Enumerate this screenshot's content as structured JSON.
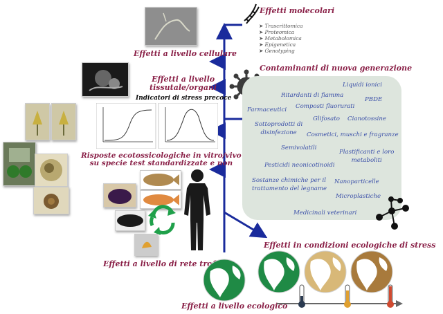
{
  "titles": {
    "molecular": "Effetti molecolari",
    "cellular": "Effetti a livello cellulare",
    "tissue_line1": "Effetti a livello",
    "tissue_line2": "tissutale/organi",
    "early": "Indicatori di stress precoce",
    "eco_line1": "Risposte ecotossicologiche in vitro/vivo",
    "eco_line2": "su specie test standardizzate e non",
    "trophic": "Effetti a livello di rete trofica",
    "ecological": "Effetti a livello ecologico",
    "stress": "Effetti in condizioni ecologiche di stress",
    "contaminants": "Contaminanti di nuova generazione"
  },
  "omics": [
    "Trascrittomica",
    "Proteomica",
    "Metabolomica",
    "Epigenetica",
    "Genotyping"
  ],
  "contaminants": {
    "liquidi": "Liquidi ionici",
    "ritardanti": "Ritardanti di fiamma",
    "pbde": "PBDE",
    "farmaceutici": "Farmaceutici",
    "composti": "Composti fluorurati",
    "glifosato": "Glifosato",
    "cianotossine": "Cianotossine",
    "sottoprodotti_1": "Sottoprodotti di",
    "sottoprodotti_2": "disinfezione",
    "cosmetici": "Cosmetici, muschi e fragranze",
    "semivolatili": "Semivolatili",
    "plastificanti_1": "Plastificanti e loro",
    "plastificanti_2": "metaboliti",
    "pesticidi": "Pesticidi neonicotinoidi",
    "sostanze_1": "Sostanze chimiche per il",
    "sostanze_2": "trattamento del legname",
    "nanoparticelle": "Nanoparticelle",
    "microplastiche": "Microplastiche",
    "medicinali": "Medicinali veterinari"
  },
  "colors": {
    "axis": "#1a2b9c",
    "title": "#8a2148",
    "contaminant_text": "#3a4fa8",
    "panel": "#dde5dd",
    "globe_green": "#1f8a45",
    "globe_tan": "#c9a25a",
    "globe_brown": "#a87a3c",
    "recycle": "#1fa04a"
  }
}
